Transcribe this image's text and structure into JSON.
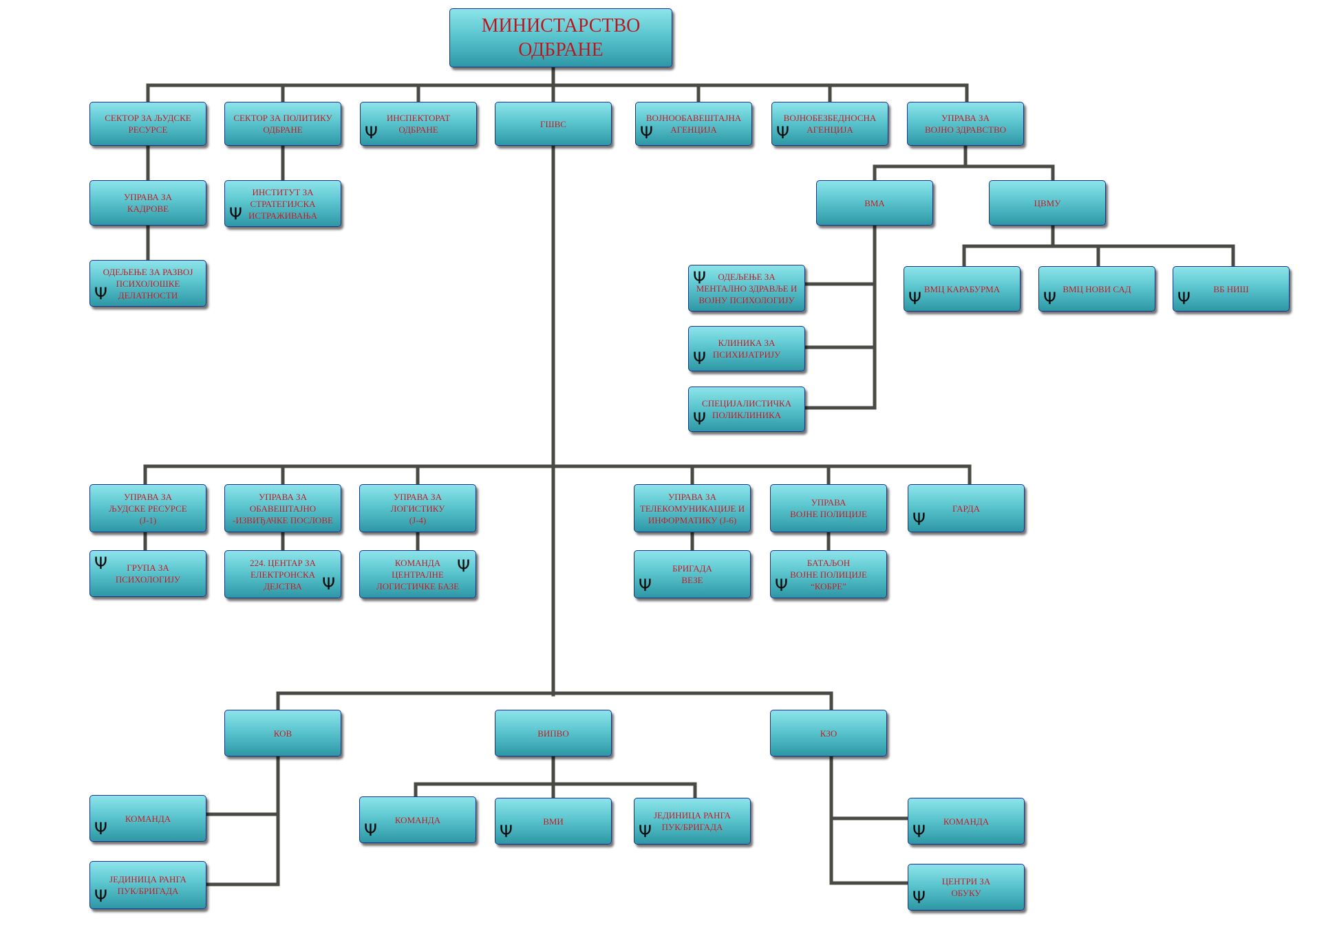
{
  "colors": {
    "box_top": "#8de4ea",
    "box_bottom": "#2d97a5",
    "box_border": "#1c2f8a",
    "text": "#b01822",
    "connector": "#4a4a44",
    "psi": "#0a0a0a"
  },
  "psi_symbol": "Ψ",
  "nodes": {
    "root": "МИНИСТАРСТВО\nОДБРАНЕ",
    "sljr": "СЕКТОР ЗА ЉУДСКЕ\nРЕСУРСЕ",
    "spo": "СЕКТОР ЗА ПОЛИТИКУ\nОДБРАНЕ",
    "io": "ИНСПЕКТОРАТ\nОДБРАНЕ",
    "gsvs": "ГШВС",
    "voa": "ВОЈНООБАВЕШТАЈНА\nАГЕНЦИЈА",
    "vba": "ВОЈНОБЕЗБЕДНОСНА\nАГЕНЦИЈА",
    "uvz": "УПРАВА ЗА\nВОЈНО ЗДРАВСТВО",
    "uzk": "УПРАВА ЗА\nКАДРОВЕ",
    "isi": "ИНСТИТУТ ЗА\nСТРАТЕГИЈСКА\nИСТРАЖИВАЊА",
    "orpd": "ОДЕЉЕЊЕ ЗА РАЗВОЈ\nПСИХОЛОШКЕ\nДЕЛАТНОСТИ",
    "vma": "ВМА",
    "cvmu": "ЦВМУ",
    "omz": "ОДЕЉЕЊЕ ЗА\nМЕНТАЛНО ЗДРАВЉЕ И\nВОЈНУ ПСИХОЛОГИЈУ",
    "kzp": "КЛИНИКА ЗА\nПСИХИЈАТРИЈУ",
    "spp": "СПЕЦИЈАЛИСТИЧКА\nПОЛИКЛИНИКА",
    "vmck": "ВМЦ КАРАБУРМА",
    "vmcns": "ВМЦ  НОВИ САД",
    "vbn": "ВБ  НИШ",
    "j1": "УПРАВА ЗА\nЉУДСКЕ РЕСУРСЕ\n(Ј-1)",
    "j2": "УПРАВА ЗА\nОБАВЕШТАЈНО\n-ИЗВИЂАЧКЕ ПОСЛОВЕ",
    "j4": "УПРАВА ЗА\nЛОГИСТИКУ\n(Ј-4)",
    "j6": "УПРАВА ЗА\nТЕЛЕКОМУНИКАЦИЈЕ И\nИНФОРМАТИКУ (Ј-6)",
    "uvp": "УПРАВА\nВОЈНЕ ПОЛИЦИЈЕ",
    "garda": "ГАРДА",
    "gzp": "ГРУПА ЗА\nПСИХОЛОГИЈУ",
    "c224": "224. ЦЕНТАР ЗА\nЕЛЕКТРОНСКА\nДЕЈСТВА",
    "kclb": "КОМАНДА\nЦЕНТРАЛНЕ\nЛОГИСТИЧКЕ БАЗЕ",
    "bv": "БРИГАДА\nВЕЗЕ",
    "bvp": "БАТАЉОН\nВОЈНЕ ПОЛИЦИЈЕ\n“КОБРЕ”",
    "kov": "КОВ",
    "vipvo": "ВИПВО",
    "kzo": "КЗО",
    "kov_k": "КОМАНДА",
    "kov_j": "ЈЕДИНИЦА РАНГА\nПУК/БРИГАДА",
    "vipvo_k": "КОМАНДА",
    "vmi": "ВМИ",
    "vipvo_j": "ЈЕДИНИЦА РАНГА\nПУК/БРИГАДА",
    "kzo_k": "КОМАНДА",
    "kzo_c": "ЦЕНТРИ ЗА\nОБУКУ"
  }
}
